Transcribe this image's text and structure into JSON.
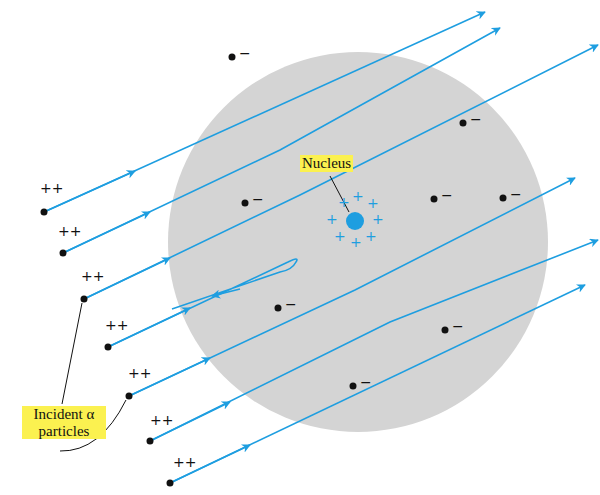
{
  "diagram": {
    "labels": [
      "Nucleus",
      "Incident α particles",
      "++",
      "++",
      "++",
      "++",
      "++",
      "++",
      "++",
      "−",
      "−",
      "−",
      "−",
      "−",
      "−",
      "−",
      "−",
      "+",
      "+",
      "+",
      "+",
      "+",
      "+",
      "+",
      "+"
    ]
  }
}
